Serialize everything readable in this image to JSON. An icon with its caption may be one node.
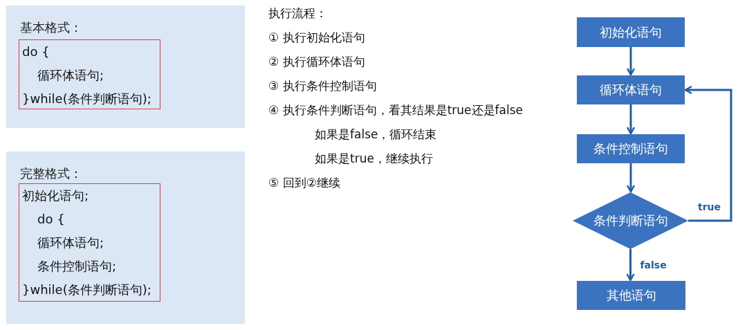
{
  "diagram": {
    "nodes": [
      {
        "text": [
          "基本格式："
        ]
      },
      {
        "text": [
          "do {",
          "循环体语句;",
          "}while(条件判断语句);"
        ],
        "in": 0
      },
      {
        "text": [
          "完整格式："
        ]
      },
      {
        "text": [
          "初始化语句;",
          "do {",
          "循环体语句;",
          "条件控制语句;",
          "}while(条件判断语句);"
        ],
        "in": 2
      },
      {
        "text": [
          "初始化语句"
        ]
      },
      {
        "text": [
          "循环体语句"
        ]
      },
      {
        "text": [
          "条件控制语句"
        ]
      },
      {
        "text": [
          "条件判断语句"
        ]
      },
      {
        "text": [
          "其他语句"
        ]
      }
    ],
    "edges": [
      {
        "from": 4,
        "to": 5,
        "arrow": "to"
      },
      {
        "from": 5,
        "to": 6,
        "arrow": "to"
      },
      {
        "from": 6,
        "to": 7,
        "arrow": "to"
      },
      {
        "from": 7,
        "to": 5,
        "arrow": "to",
        "label": "true"
      },
      {
        "from": 7,
        "to": 8,
        "arrow": "to",
        "label": "false"
      }
    ],
    "labels": [
      "执行流程：",
      "① 执行初始化语句",
      "② 执行循环体语句",
      "③ 执行条件控制语句",
      "④ 执行条件判断语句，看其结果是true还是false",
      "如果是false，循环结束",
      "如果是true，继续执行",
      "⑤ 回到②继续"
    ]
  }
}
